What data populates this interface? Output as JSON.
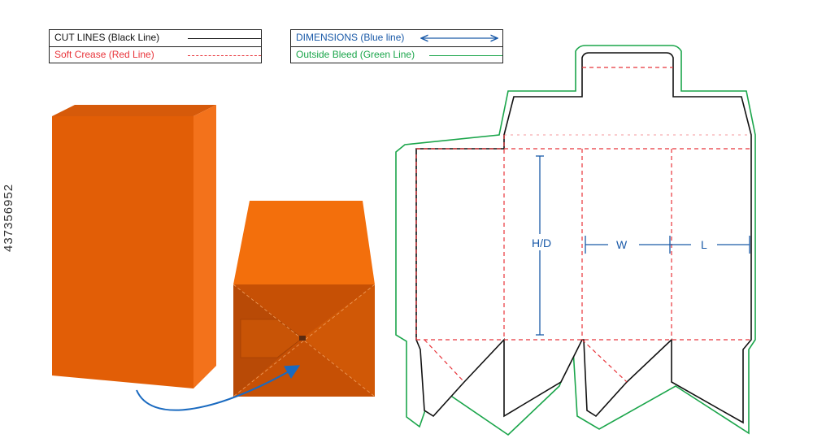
{
  "legend": {
    "cut_lines": {
      "label": "CUT LINES (Black Line)",
      "color": "#111111"
    },
    "soft_crease": {
      "label": "Soft Crease (Red Line)",
      "color": "#e8343a"
    },
    "dimensions": {
      "label": "DIMENSIONS (Blue line)",
      "color": "#1a5aa8"
    },
    "outside_bleed": {
      "label": "Outside Bleed (Green Line)",
      "color": "#1aa54a"
    }
  },
  "dieline": {
    "dim_height": "H/D",
    "dim_width": "W",
    "dim_length": "L"
  },
  "watermark_id": "437356952",
  "colors": {
    "box_front": "#e35f06",
    "box_side": "#f37018",
    "box_top": "#d25205",
    "arrow": "#1a6ac0"
  }
}
